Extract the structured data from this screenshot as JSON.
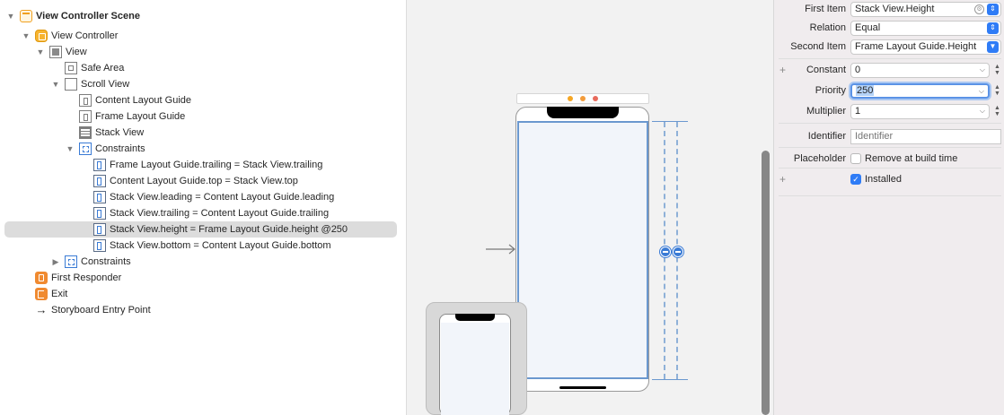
{
  "outline": {
    "items": [
      {
        "label": "View Controller Scene",
        "icon": "scene-icon",
        "bold": true
      },
      {
        "label": "View Controller",
        "icon": "view-controller-icon"
      },
      {
        "label": "View",
        "icon": "view-icon"
      },
      {
        "label": "Safe Area",
        "icon": "safe-area-icon"
      },
      {
        "label": "Scroll View",
        "icon": "scroll-view-icon"
      },
      {
        "label": "Content Layout Guide",
        "icon": "layout-guide-icon"
      },
      {
        "label": "Frame Layout Guide",
        "icon": "layout-guide-icon"
      },
      {
        "label": "Stack View",
        "icon": "stack-view-icon"
      },
      {
        "label": "Constraints",
        "icon": "constraints-icon"
      },
      {
        "label": "Frame Layout Guide.trailing = Stack View.trailing",
        "icon": "constraint-icon"
      },
      {
        "label": "Content Layout Guide.top = Stack View.top",
        "icon": "constraint-icon"
      },
      {
        "label": "Stack View.leading = Content Layout Guide.leading",
        "icon": "constraint-icon"
      },
      {
        "label": "Stack View.trailing = Content Layout Guide.trailing",
        "icon": "constraint-icon"
      },
      {
        "label": "Stack View.height = Frame Layout Guide.height @250",
        "icon": "constraint-icon",
        "selected": true
      },
      {
        "label": "Stack View.bottom = Content Layout Guide.bottom",
        "icon": "constraint-icon"
      },
      {
        "label": "Constraints",
        "icon": "constraints-icon"
      },
      {
        "label": "First Responder",
        "icon": "first-responder-icon"
      },
      {
        "label": "Exit",
        "icon": "exit-icon"
      },
      {
        "label": "Storyboard Entry Point",
        "icon": "arrow-icon"
      }
    ]
  },
  "inspector": {
    "first_item_label": "First Item",
    "first_item_value": "Stack View.Height",
    "relation_label": "Relation",
    "relation_value": "Equal",
    "second_item_label": "Second Item",
    "second_item_value": "Frame Layout Guide.Height",
    "constant_label": "Constant",
    "constant_value": "0",
    "priority_label": "Priority",
    "priority_value": "250",
    "multiplier_label": "Multiplier",
    "multiplier_value": "1",
    "identifier_label": "Identifier",
    "identifier_placeholder": "Identifier",
    "placeholder_label": "Placeholder",
    "remove_label": "Remove at build time",
    "installed_label": "Installed",
    "remove_checked": false,
    "installed_checked": true
  },
  "colors": {
    "accent": "#2f7cf6",
    "selection": "#dcdcdc",
    "constraint_blue": "#3a7bd5"
  }
}
